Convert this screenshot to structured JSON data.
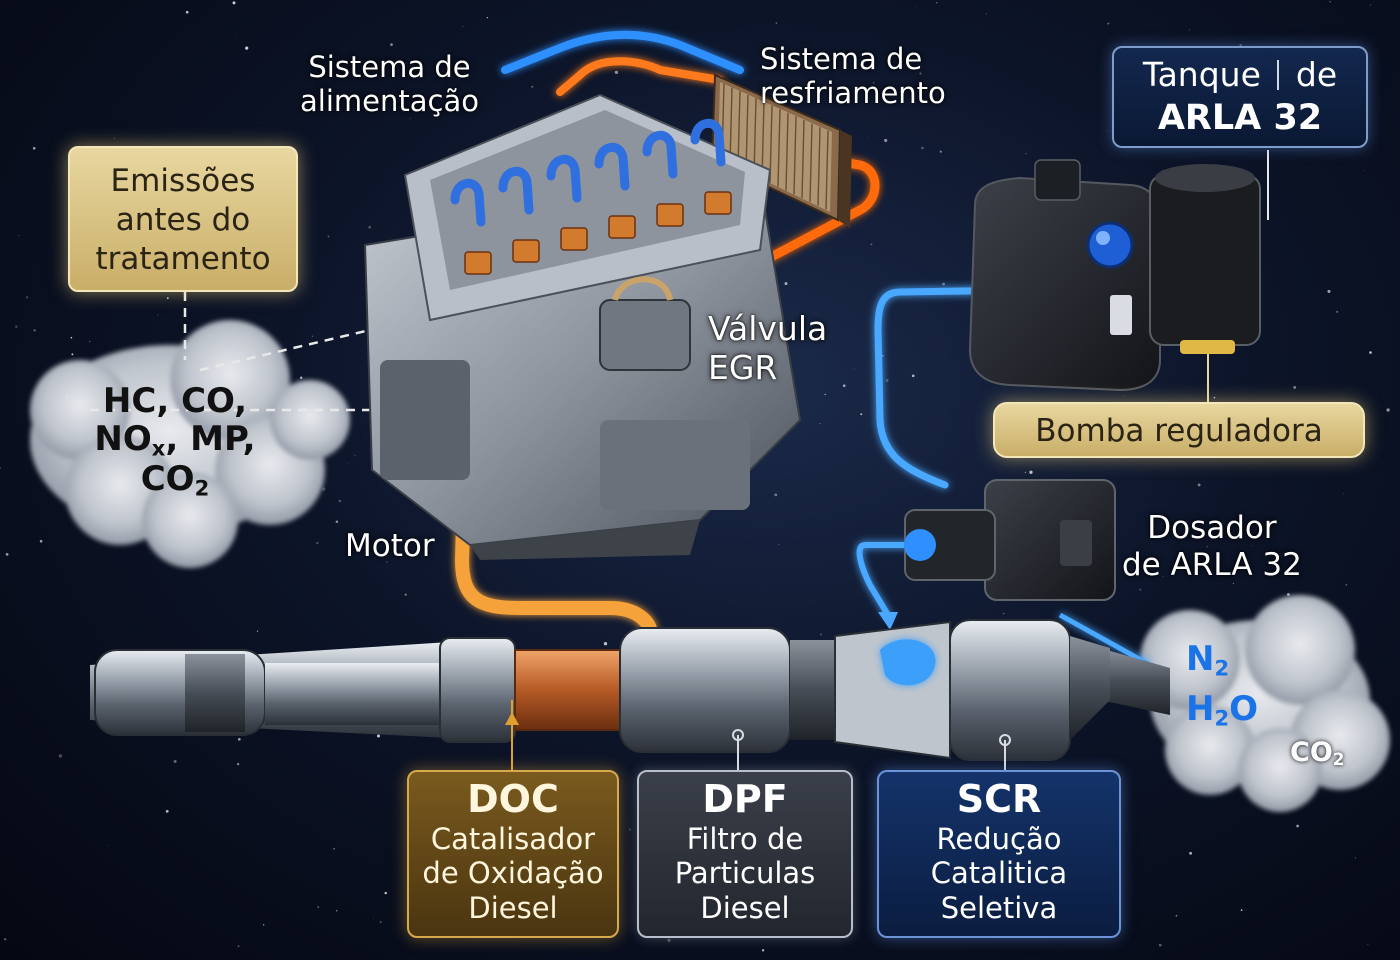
{
  "labels": {
    "fuel_system": [
      "Sistema de",
      "alimentação"
    ],
    "cooling_system": [
      "Sistema de",
      "resfriamento"
    ],
    "egr_valve": [
      "Válvula",
      "EGR"
    ],
    "engine": "Motor",
    "doser": [
      "Dosador",
      "de ARLA 32"
    ]
  },
  "boxes": {
    "emissions": [
      "Emissões",
      "antes do",
      "tratamento"
    ],
    "arla_tank": {
      "line1_a": "Tanque",
      "line1_b": "de",
      "line2": "ARLA 32"
    },
    "pump": "Bomba reguladora",
    "doc": {
      "title": "DOC",
      "lines": [
        "Catalisador",
        "de Oxidação",
        "Diesel"
      ]
    },
    "dpf": {
      "title": "DPF",
      "lines": [
        "Filtro de",
        "Particulas",
        "Diesel"
      ]
    },
    "scr": {
      "title": "SCR",
      "lines": [
        "Redução",
        "Catalitica",
        "Seletiva"
      ]
    }
  },
  "emissions_cloud": {
    "line1": "HC, CO,",
    "line2_a": "NO",
    "line2_sub": "x",
    "line2_b": ", MP,",
    "line3": "CO",
    "line3_sub": "2"
  },
  "output_cloud": {
    "n2": "N",
    "n2_sub": "2",
    "h2o_a": "H",
    "h2o_sub": "2",
    "h2o_b": "O",
    "co2": "CO",
    "co2_sub": "2"
  },
  "colors": {
    "hot_gas": "#ff7a1a",
    "exhaust": "#f5a23a",
    "coolant": "#2f8fff",
    "arla_line": "#4aa8ff",
    "gold_label": "#e6d49a",
    "navy_label": "#0f2246"
  }
}
